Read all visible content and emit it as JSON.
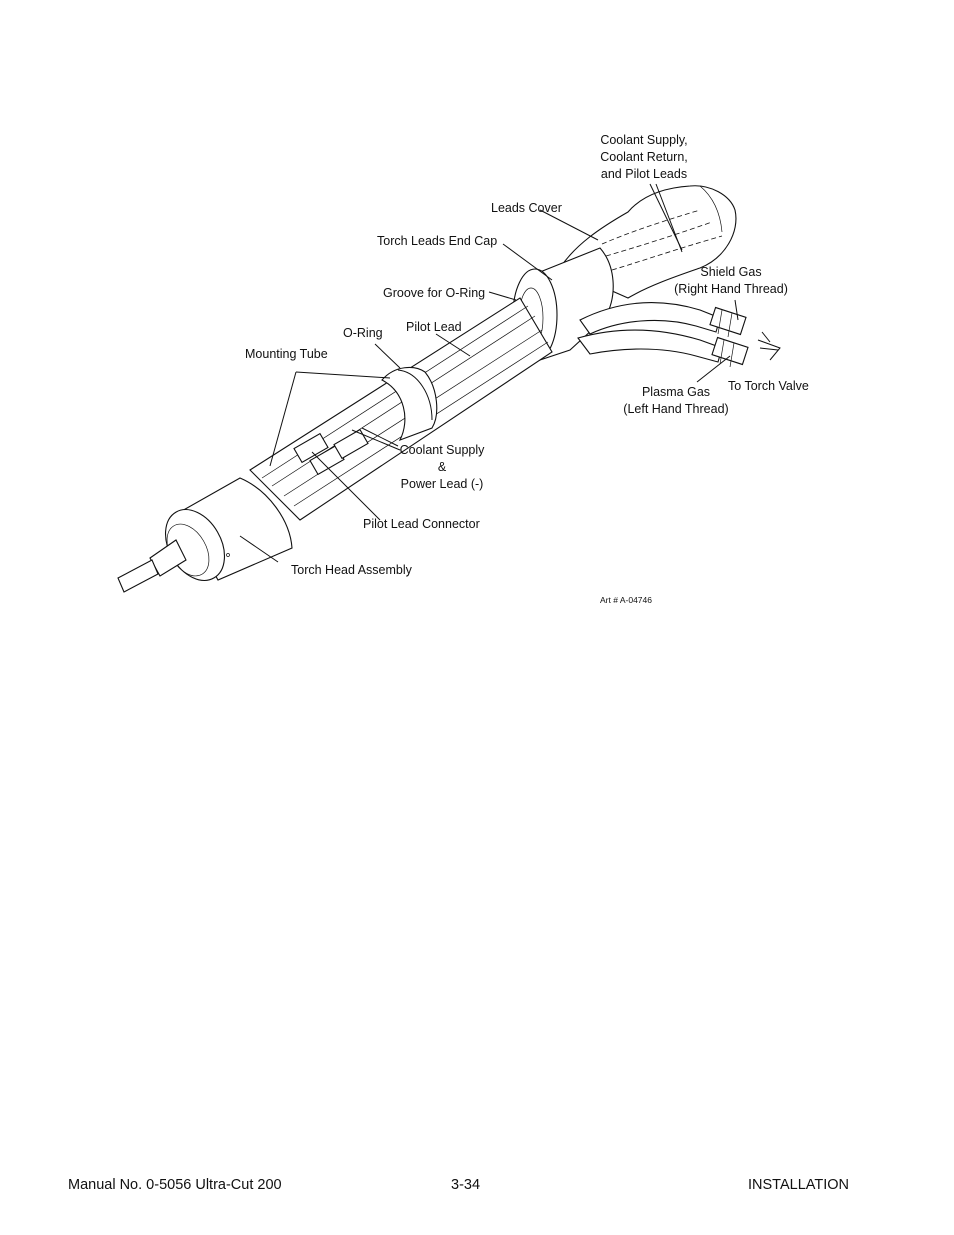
{
  "figure": {
    "labels": {
      "coolant_leads_1": "Coolant Supply,",
      "coolant_leads_2": "Coolant Return,",
      "coolant_leads_3": "and Pilot Leads",
      "leads_cover": "Leads Cover",
      "end_cap": "Torch Leads End Cap",
      "groove": "Groove for O-Ring",
      "pilot_lead": "Pilot Lead",
      "o_ring": "O-Ring",
      "mounting_tube": "Mounting Tube",
      "shield_gas_1": "Shield Gas",
      "shield_gas_2": "(Right Hand Thread)",
      "to_torch_valve": "To Torch Valve",
      "plasma_gas_1": "Plasma Gas",
      "plasma_gas_2": "(Left Hand Thread)",
      "coolant_power_1": "Coolant Supply",
      "coolant_power_2": "&",
      "coolant_power_3": "Power Lead (-)",
      "pilot_connector": "Pilot Lead Connector",
      "torch_head": "Torch Head Assembly"
    },
    "art_number": "Art # A-04746"
  },
  "footer": {
    "manual": "Manual No. 0-5056 Ultra-Cut 200",
    "page": "3-34",
    "section": "INSTALLATION"
  }
}
